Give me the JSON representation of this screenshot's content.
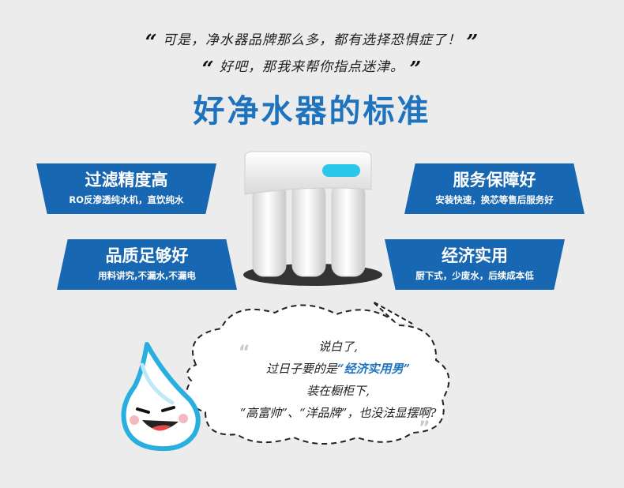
{
  "header": {
    "quote1": "可是，净水器品牌那么多，都有选择恐惧症了！",
    "quote2": "好吧，那我来帮你指点迷津。",
    "open_quote": "“",
    "close_quote": "”",
    "title": "好净水器的标准"
  },
  "features": [
    {
      "title": "过滤精度高",
      "subtitle": "RO反渗透纯水机，直饮纯水"
    },
    {
      "title": "服务保障好",
      "subtitle": "安装快速，换芯等售后服务好"
    },
    {
      "title": "品质足够好",
      "subtitle": "用料讲究,不漏水,不漏电"
    },
    {
      "title": "经济实用",
      "subtitle": "厨下式，少废水，后续成本低"
    }
  ],
  "bubble": {
    "line1": "说白了,",
    "line2_prefix": "过日子要的是",
    "line2_highlight": "“经济实用男”",
    "line3": "装在橱柜下,",
    "line4": "“高富帅”、“洋品牌”，也没法显摆啊?",
    "quote_open": "“",
    "quote_close": "”"
  },
  "colors": {
    "accent": "#1e73be",
    "banner": "#1767b3",
    "indicator": "#29c7e8"
  }
}
